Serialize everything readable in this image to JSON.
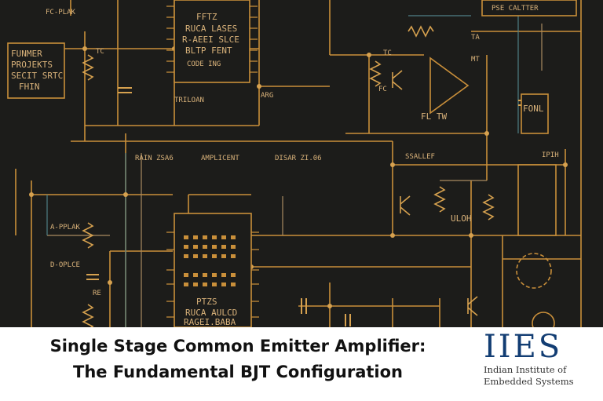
{
  "banner": {
    "title_line1": "Single Stage Common Emitter Amplifier:",
    "title_line2": "The Fundamental BJT Configuration"
  },
  "logo": {
    "mark": "IIES",
    "name_line1": "Indian Institute of",
    "name_line2": "Embedded Systems"
  },
  "schematic": {
    "labels": {
      "top_left_tag": "FC-PLAK",
      "info_box_l1": "FUNMER",
      "info_box_l2": "PROJEKTS",
      "info_box_l3": "SECIT SRTC",
      "info_box_l4": "FHIN",
      "chip_top_l1": "FFTZ",
      "chip_top_l2": "RUCA LASES",
      "chip_top_l3": "R-AEEI SLCE",
      "chip_top_l4": "BLTP FENT",
      "chip_top_l5": "CODE ING",
      "label_triloan": "TRILOAN",
      "label_fl_tw": "FL TW",
      "label_rain": "RAIN ZSA6",
      "label_amp": "AMPLICENT",
      "label_disar": "DISAR ZI.06",
      "label_ssal": "SSALLEF",
      "label_uloh": "ULOH",
      "label_fonl": "FONL",
      "label_iph": "IPIH",
      "label_a_pulk": "A-PPLAK",
      "label_d_opice": "D-OPLCE",
      "chip_bottom_l1": "PTZS",
      "chip_bottom_l2": "RUCA AULCD",
      "chip_bottom_l3": "RAGEI.BABA",
      "label_tc": "TC",
      "label_ta": "TA",
      "label_mt": "MT",
      "label_re": "RE",
      "label_fc": "FC",
      "label_arg": "ARG",
      "top_right_box": "PSE CALTTER"
    }
  }
}
